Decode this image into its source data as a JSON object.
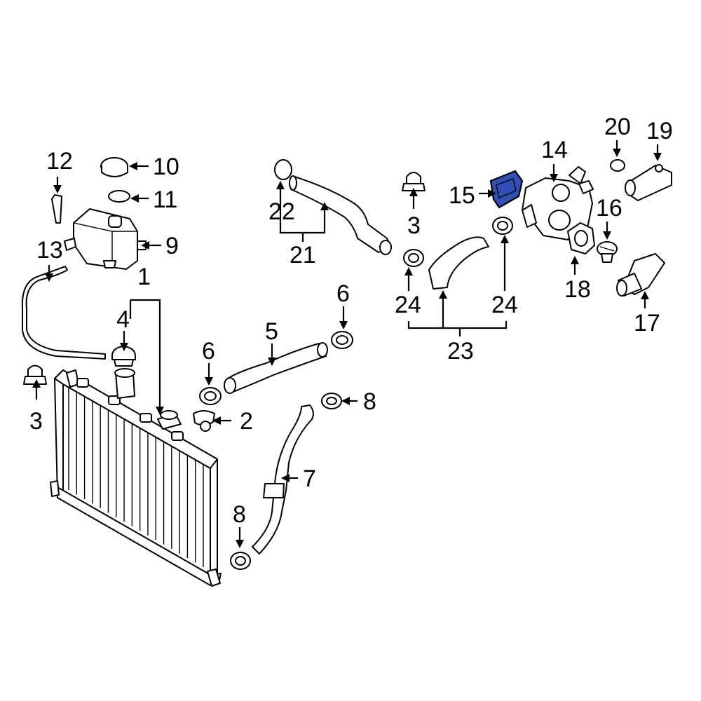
{
  "diagram": {
    "highlight_color": "#2f4fb4",
    "callouts": [
      {
        "id": "c1",
        "text": "1"
      },
      {
        "id": "c2",
        "text": "2"
      },
      {
        "id": "c3a",
        "text": "3"
      },
      {
        "id": "c3b",
        "text": "3"
      },
      {
        "id": "c4",
        "text": "4"
      },
      {
        "id": "c5",
        "text": "5"
      },
      {
        "id": "c6a",
        "text": "6"
      },
      {
        "id": "c6b",
        "text": "6"
      },
      {
        "id": "c7",
        "text": "7"
      },
      {
        "id": "c8a",
        "text": "8"
      },
      {
        "id": "c8b",
        "text": "8"
      },
      {
        "id": "c9",
        "text": "9"
      },
      {
        "id": "c10",
        "text": "10"
      },
      {
        "id": "c11",
        "text": "11"
      },
      {
        "id": "c12",
        "text": "12"
      },
      {
        "id": "c13",
        "text": "13"
      },
      {
        "id": "c14",
        "text": "14"
      },
      {
        "id": "c15",
        "text": "15"
      },
      {
        "id": "c16",
        "text": "16"
      },
      {
        "id": "c17",
        "text": "17"
      },
      {
        "id": "c18",
        "text": "18"
      },
      {
        "id": "c19",
        "text": "19"
      },
      {
        "id": "c20",
        "text": "20"
      },
      {
        "id": "c21",
        "text": "21"
      },
      {
        "id": "c22",
        "text": "22"
      },
      {
        "id": "c23",
        "text": "23"
      },
      {
        "id": "c24a",
        "text": "24"
      },
      {
        "id": "c24b",
        "text": "24"
      }
    ]
  }
}
